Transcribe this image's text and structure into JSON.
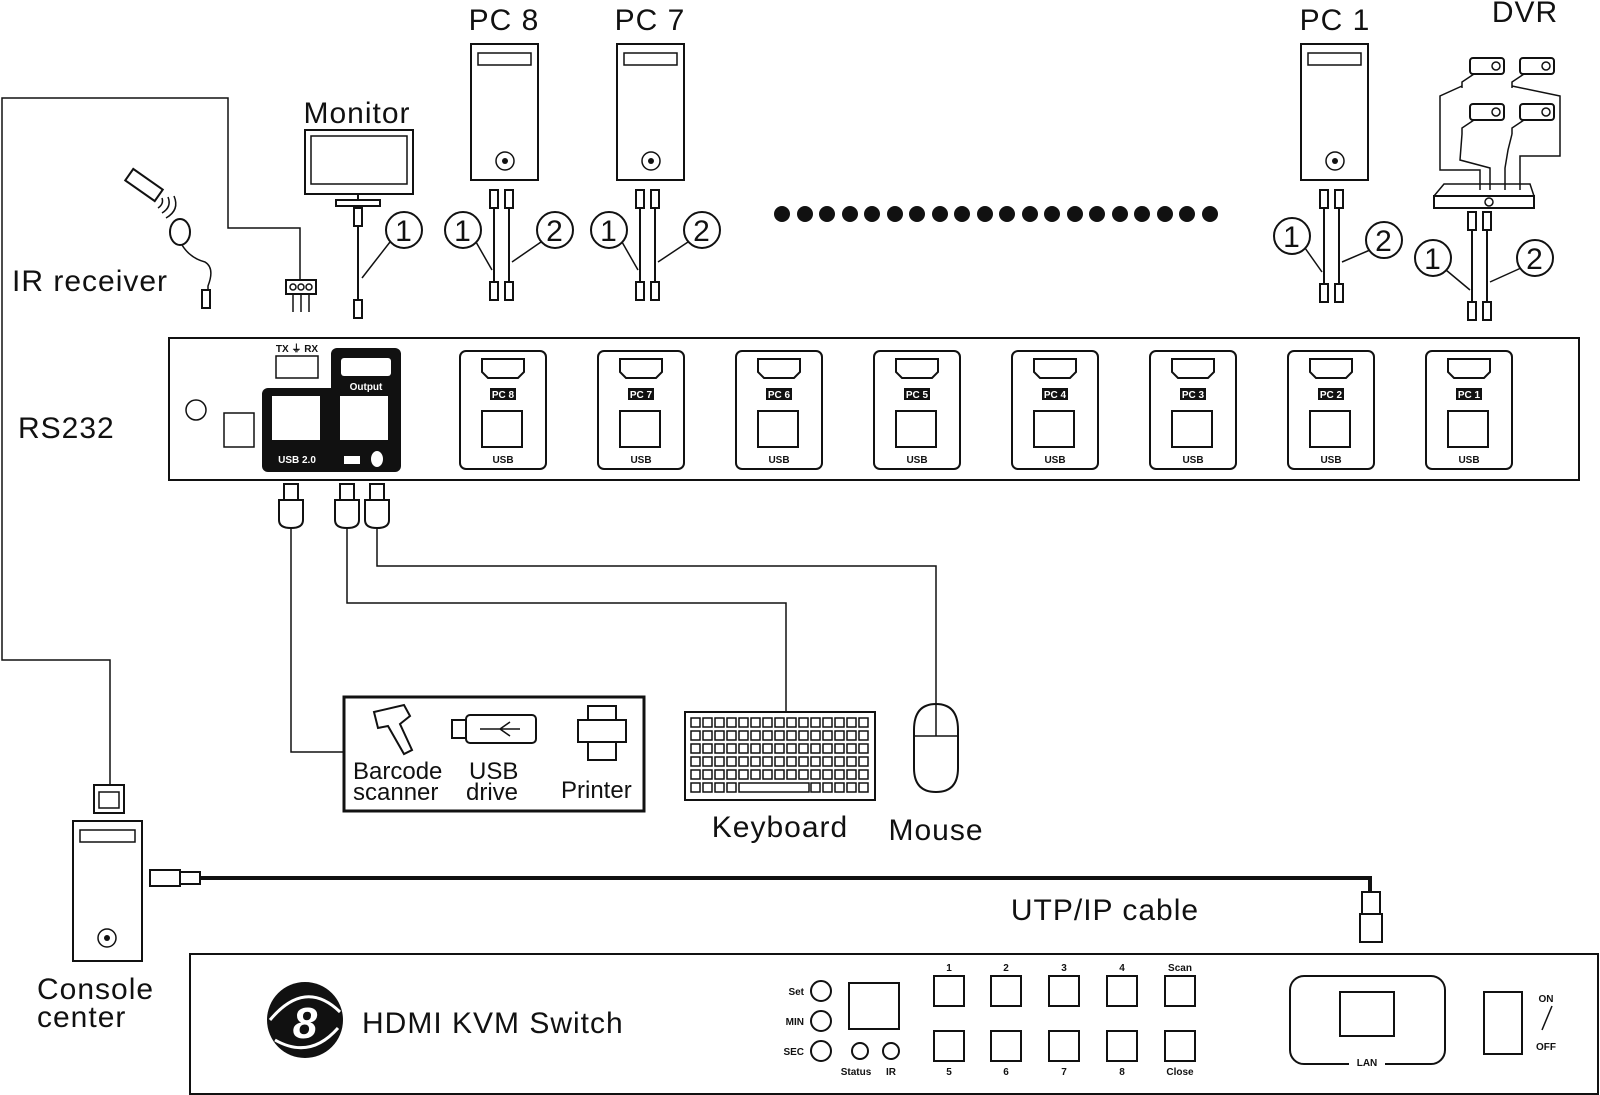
{
  "devices": {
    "pc8": "PC 8",
    "pc7": "PC 7",
    "pc1": "PC 1",
    "dvr": "DVR",
    "monitor": "Monitor",
    "ir_receiver": "IR receiver",
    "rs232": "RS232",
    "keyboard": "Keyboard",
    "mouse": "Mouse",
    "barcode": [
      "Barcode",
      "scanner"
    ],
    "usb_drive": [
      "USB",
      "drive"
    ],
    "printer": "Printer",
    "console": [
      "Console",
      "center"
    ],
    "utp": "UTP/IP cable"
  },
  "cable_markers": {
    "one": "1",
    "two": "2"
  },
  "back_panel": {
    "txrx": "TX ⏚ RX",
    "output": "Output",
    "usb20": "USB 2.0",
    "ports": [
      "PC 8",
      "PC 7",
      "PC 6",
      "PC 5",
      "PC 4",
      "PC 3",
      "PC 2",
      "PC 1"
    ],
    "port_usb": "USB"
  },
  "front_panel": {
    "title": "HDMI KVM Switch",
    "logo_glyph": "8",
    "set": "Set",
    "min": "MIN",
    "sec": "SEC",
    "status": "Status",
    "ir": "IR",
    "top_numbers": [
      "1",
      "2",
      "3",
      "4",
      "Scan"
    ],
    "bottom_numbers": [
      "5",
      "6",
      "7",
      "8",
      "Close"
    ],
    "lan": "LAN",
    "on": "ON",
    "off": "OFF"
  }
}
